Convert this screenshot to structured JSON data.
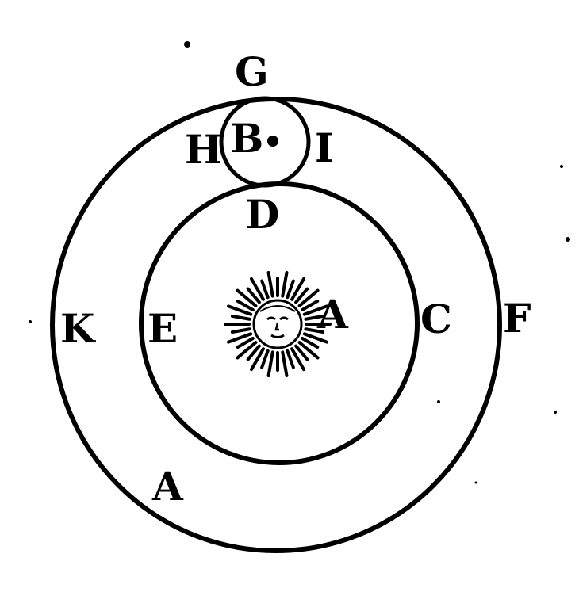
{
  "colors": {
    "ink": "#000000",
    "paper": "#ffffff"
  },
  "labels": {
    "g": "G",
    "h": "H",
    "b": "B",
    "i": "I",
    "d": "D",
    "k": "K",
    "e": "E",
    "sun_a": "A",
    "c": "C",
    "f": "F",
    "outer_a": "A"
  },
  "sun": {
    "icon": "sun-face-icon"
  }
}
